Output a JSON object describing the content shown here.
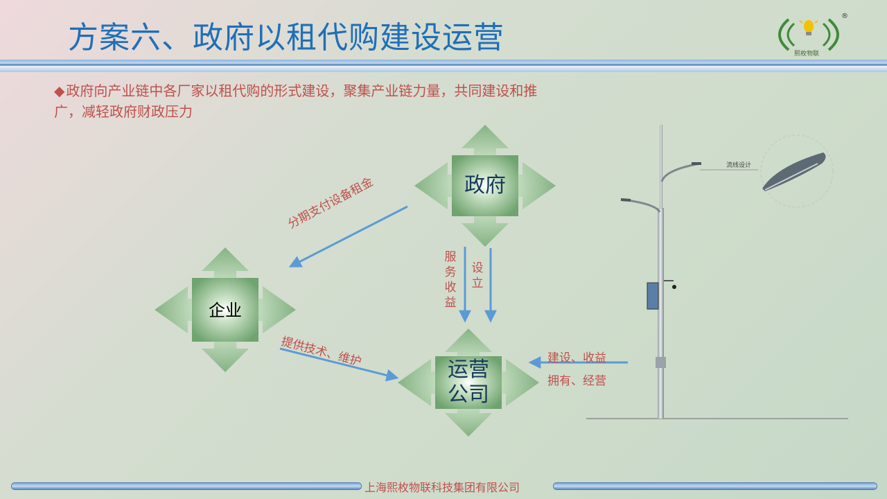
{
  "header": {
    "title": "方案六、政府以租代购建设运营"
  },
  "logo": {
    "text": "熙枚物联",
    "mark": "®"
  },
  "bullet": {
    "marker": "◆",
    "text": "政府向产业链中各厂家以租代购的形式建设，聚集产业链力量，共同建设和推广，减轻政府财政压力"
  },
  "nodes": {
    "gov": "政府",
    "company": "企业",
    "operator_line1": "运营",
    "operator_line2": "公司"
  },
  "edges": {
    "gov_to_company": "分期支付设备租金",
    "company_to_operator": "提供技术、维护",
    "gov_service_income": "服务收益",
    "gov_establish": "设立",
    "pole_line1": "建设、收益",
    "pole_line2": "拥有、经营"
  },
  "pole": {
    "callout": "流线设计"
  },
  "footer": {
    "text": "上海熙枚物联科技集团有限公司"
  },
  "colors": {
    "title": "#1f6fb8",
    "accent_text": "#c0504d",
    "arrow": "#5b9bd5",
    "node_green": "#8fbf8f"
  }
}
